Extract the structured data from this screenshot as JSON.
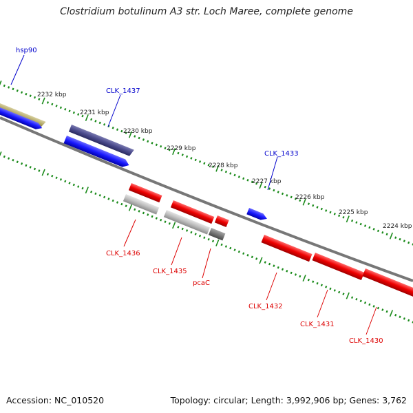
{
  "title": "Clostridium botulinum A3 str. Loch Maree, complete genome",
  "footer": {
    "accession": "Accession: NC_010520",
    "summary": "Topology: circular; Length: 3,992,906 bp; Genes: 3,762"
  },
  "colors": {
    "forward_gene": "#1a1aff",
    "reverse_gene": "#ee0000",
    "blue_label": "#0000cc",
    "red_label": "#dd0000",
    "rna": "#4a4a8c",
    "olive": "#b5ab6a",
    "pseudo": "#bdbdbd",
    "dark_gray": "#777777",
    "tick": "#1a8a1a"
  },
  "ticks": [
    "2232 kbp",
    "2231 kbp",
    "2230 kbp",
    "2229 kbp",
    "2228 kbp",
    "2227 kbp",
    "2226 kbp",
    "2225 kbp",
    "2224 kbp"
  ],
  "labels": {
    "hsp90": "hsp90",
    "clk1437": "CLK_1437",
    "clk1433": "CLK_1433",
    "clk1436": "CLK_1436",
    "clk1435": "CLK_1435",
    "pcac": "pcaC",
    "clk1432": "CLK_1432",
    "clk1431": "CLK_1431",
    "clk1430": "CLK_1430"
  }
}
